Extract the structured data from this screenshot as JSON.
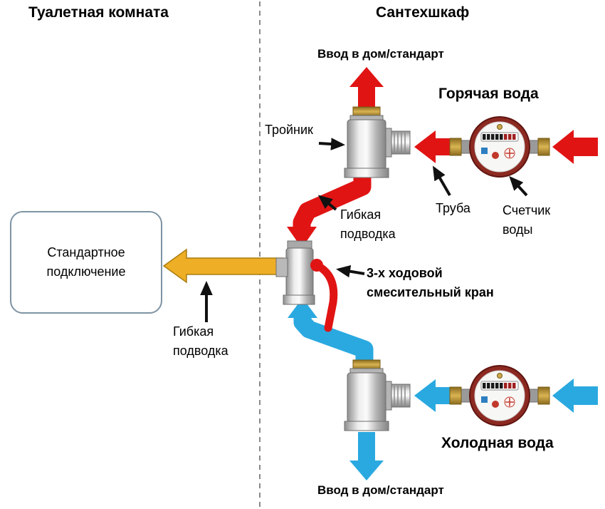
{
  "colors": {
    "hot": "#e11414",
    "cold": "#2aa9e0",
    "supply": "#eeae25",
    "supply_border": "#a97d12",
    "black": "#111111"
  },
  "titles": {
    "left": "Туалетная комната",
    "right": "Сантехшкаф"
  },
  "labels": {
    "inlet_top": "Ввод в дом/стандарт",
    "inlet_bottom": "Ввод в дом/стандарт",
    "hot_water": "Горячая вода",
    "cold_water": "Холодная вода",
    "tee": "Тройник",
    "pipe": "Труба",
    "meter_l1": "Счетчик",
    "meter_l2": "воды",
    "flex_l1": "Гибкая",
    "flex_l2": "подводка",
    "valve_l1": "3-х ходовой",
    "valve_l2": "смесительный кран",
    "box_l1": "Стандартное",
    "box_l2": "подключение"
  }
}
